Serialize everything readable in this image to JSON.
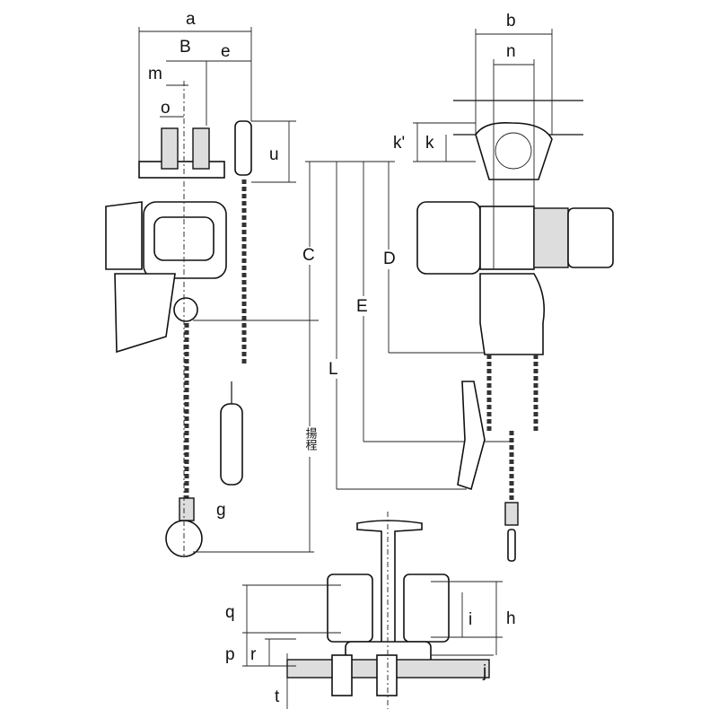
{
  "diagram": {
    "side_view_labels": {
      "a": "a",
      "B": "B",
      "e": "e",
      "m": "m",
      "o": "o",
      "u": "u",
      "g": "g"
    },
    "height_labels": {
      "C": "C",
      "L": "L",
      "E": "E",
      "D": "D",
      "lift": "揚程"
    },
    "front_view_labels": {
      "b": "b",
      "n": "n",
      "k_prime": "k'",
      "k": "k"
    },
    "trolley_labels": {
      "q": "q",
      "p": "p",
      "r": "r",
      "t": "t",
      "i": "i",
      "h": "h",
      "j": "j"
    }
  }
}
